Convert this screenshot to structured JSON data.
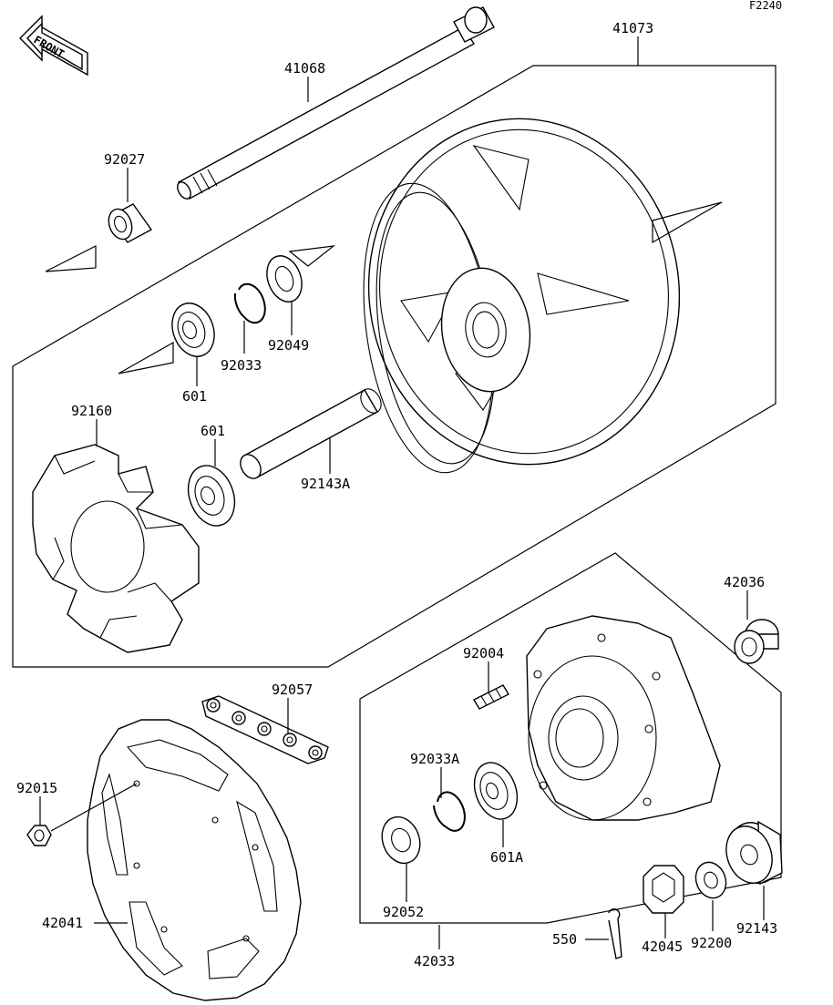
{
  "diagram_code": "F2240",
  "front_label": "FRONT",
  "parts": [
    {
      "id": "p41073",
      "number": "41073"
    },
    {
      "id": "p41068",
      "number": "41068"
    },
    {
      "id": "p92027",
      "number": "92027"
    },
    {
      "id": "p92033",
      "number": "92033"
    },
    {
      "id": "p92049",
      "number": "92049"
    },
    {
      "id": "p601a",
      "number": "601"
    },
    {
      "id": "p601b",
      "number": "601"
    },
    {
      "id": "p92160",
      "number": "92160"
    },
    {
      "id": "p92143A",
      "number": "92143A"
    },
    {
      "id": "p42036",
      "number": "42036"
    },
    {
      "id": "p92004",
      "number": "92004"
    },
    {
      "id": "p92057",
      "number": "92057"
    },
    {
      "id": "p92015",
      "number": "92015"
    },
    {
      "id": "p92033A",
      "number": "92033A"
    },
    {
      "id": "p601A",
      "number": "601A"
    },
    {
      "id": "p42041",
      "number": "42041"
    },
    {
      "id": "p92052",
      "number": "92052"
    },
    {
      "id": "p42033",
      "number": "42033"
    },
    {
      "id": "p550",
      "number": "550"
    },
    {
      "id": "p42045",
      "number": "42045"
    },
    {
      "id": "p92200",
      "number": "92200"
    },
    {
      "id": "p92143",
      "number": "92143"
    }
  ]
}
